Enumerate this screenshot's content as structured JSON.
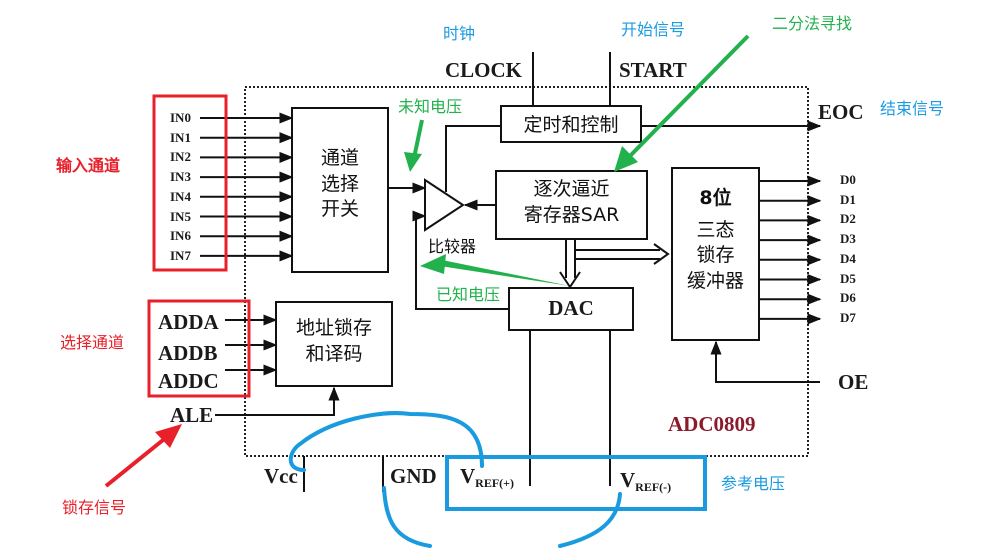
{
  "diagram": {
    "chip_name": "ADC0809",
    "inputs": [
      "IN0",
      "IN1",
      "IN2",
      "IN3",
      "IN4",
      "IN5",
      "IN6",
      "IN7"
    ],
    "address_inputs": [
      "ADDA",
      "ADDB",
      "ADDC"
    ],
    "ale": "ALE",
    "clock": "CLOCK",
    "start": "START",
    "eoc": "EOC",
    "oe": "OE",
    "outputs": [
      "D0",
      "D1",
      "D2",
      "D3",
      "D4",
      "D5",
      "D6",
      "D7"
    ],
    "power": {
      "vcc": "Vcc",
      "gnd": "GND",
      "vref_plus_main": "V",
      "vref_plus_sub": "REF(+)",
      "vref_minus_main": "V",
      "vref_minus_sub": "REF(-)"
    },
    "blocks": {
      "channel_switch": [
        "通道",
        "选择",
        "开关"
      ],
      "address_latch": [
        "地址锁存",
        "和译码"
      ],
      "timing_control": "定时和控制",
      "sar": [
        "逐次逼近",
        "寄存器SAR"
      ],
      "comparator": "比较器",
      "dac": "DAC",
      "output_buffer_title": "8位",
      "output_buffer": [
        "三态",
        "锁存",
        "缓冲器"
      ]
    }
  },
  "annotations": {
    "clock_note": "时钟",
    "start_note": "开始信号",
    "binary_search_note": "二分法寻找",
    "eoc_note": "结束信号",
    "unknown_voltage_note": "未知电压",
    "known_voltage_note": "已知电压",
    "input_channels_note": "输入通道",
    "select_channel_note": "选择通道",
    "latch_signal_note": "锁存信号",
    "reference_voltage_note": "参考电压"
  },
  "colors": {
    "blue_annotation": "#1a9be0",
    "green_annotation": "#22b14c",
    "red_annotation": "#e8202a",
    "chip_label": "#8b1a2b"
  }
}
